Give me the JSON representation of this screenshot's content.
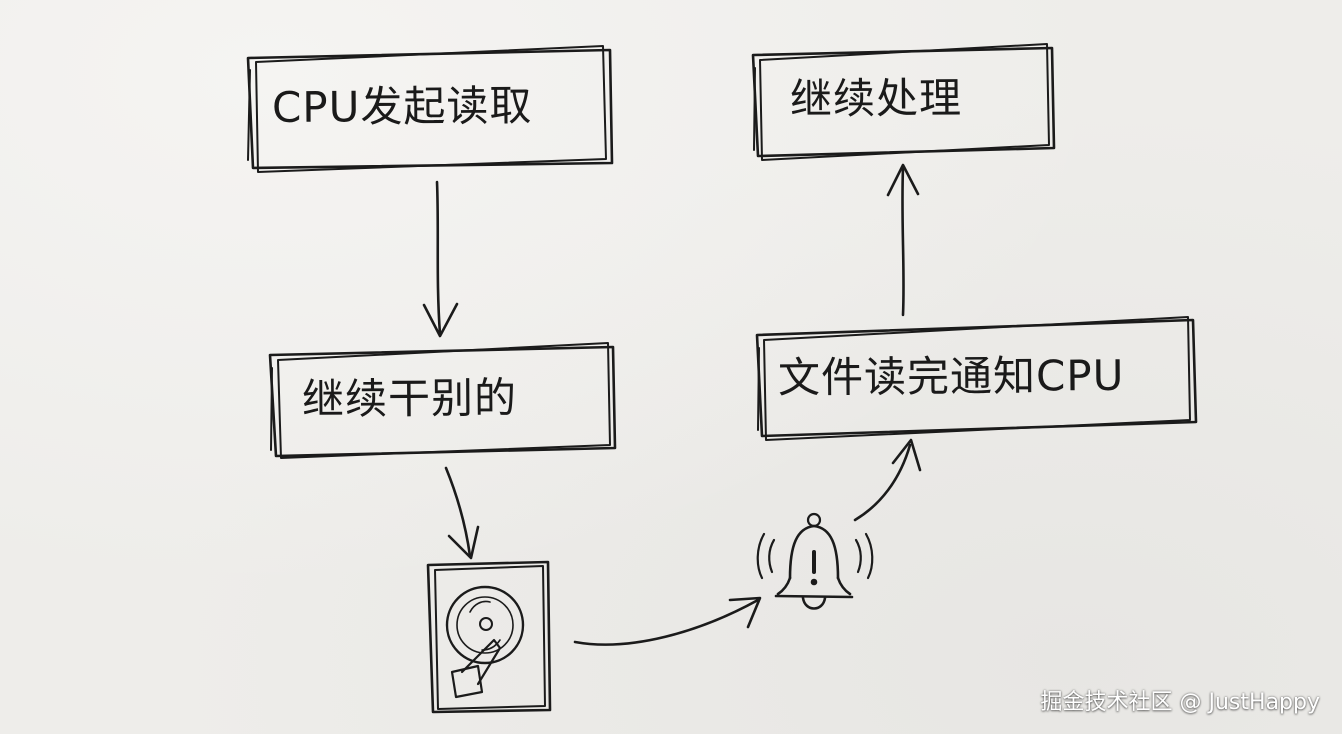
{
  "diagram": {
    "nodes": [
      {
        "id": "cpu-read",
        "label": "CPU发起读取"
      },
      {
        "id": "continue-other",
        "label": "继续干别的"
      },
      {
        "id": "file-done",
        "label": "文件读完通知CPU"
      },
      {
        "id": "continue-process",
        "label": "继续处理"
      }
    ],
    "icons": {
      "disk": "hard-disk-icon",
      "bell": "alert-bell-icon"
    },
    "ink_color": "#1b1b1b",
    "paper_color": "#eeedea"
  },
  "watermark": "掘金技术社区 @ JustHappy"
}
